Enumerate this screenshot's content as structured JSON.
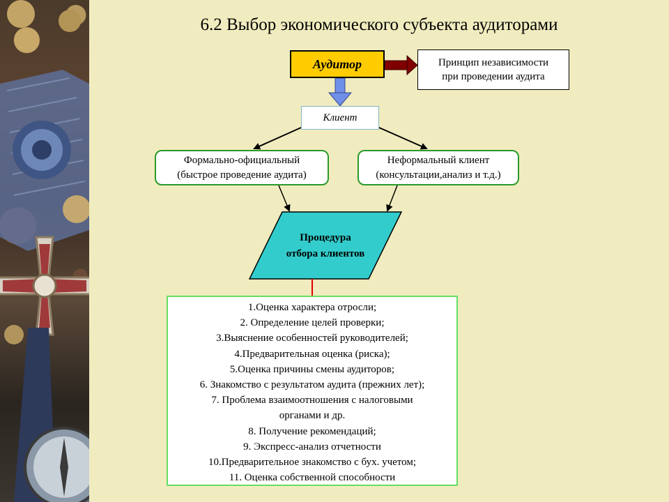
{
  "title": "6.2 Выбор экономического субъекта аудиторами",
  "colors": {
    "background": "#f1ecbf",
    "auditor_fill": "#ffcc00",
    "procedure_fill": "#33cccc",
    "pill_border": "#2a9a2a",
    "list_border": "#66dd66",
    "arrow_right": "#800000",
    "arrow_down": "#6f8fe8"
  },
  "nodes": {
    "auditor": "Аудитор",
    "principle": [
      "Принцип независимости",
      "при проведении аудита"
    ],
    "client": "Клиент",
    "formal": [
      "Формально-официальный",
      "(быстрое проведение аудита)"
    ],
    "informal": [
      "Неформальный клиент",
      "(консультации,анализ и т.д.)"
    ],
    "procedure": [
      "Процедура",
      "отбора клиентов"
    ]
  },
  "steps": [
    "1.Оценка характера отросли;",
    "2. Определение целей проверки;",
    "3.Выяснение особенностей руководителей;",
    "4.Предварительная оценка (риска);",
    "5.Оценка причины смены аудиторов;",
    "6. Знакомство с результатом аудита (прежних лет);",
    "7. Проблема взаимоотношения с налоговыми",
    "органами и др.",
    "8. Получение рекомендаций;",
    "9. Экспресс-анализ отчетности",
    "10.Предварительное знакомство с бух. учетом;",
    "11. Оценка собственной способности"
  ]
}
